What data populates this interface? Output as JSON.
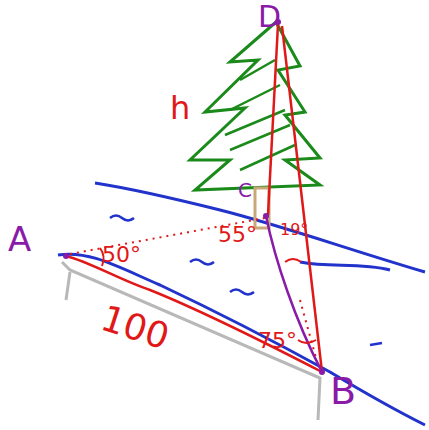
{
  "diagram": {
    "labels": [
      "D",
      "h",
      "C",
      "A",
      "50°",
      "55°",
      "19°",
      "75°",
      "100",
      "B"
    ]
  }
}
